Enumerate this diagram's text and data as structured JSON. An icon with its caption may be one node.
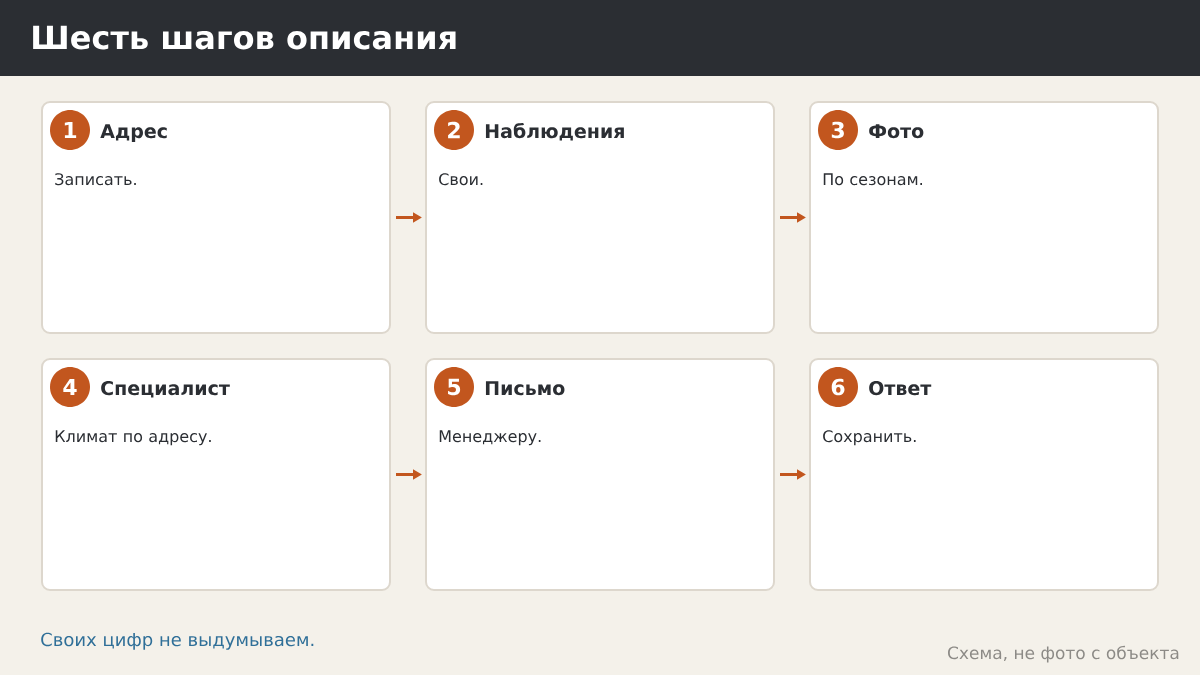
{
  "diagram": {
    "title": "Шесть шагов описания",
    "nodes": [
      {
        "text": [
          "Адрес",
          "Записать."
        ]
      },
      {
        "text": [
          "1"
        ],
        "in": 0
      },
      {
        "text": [
          "Наблюдения",
          "Свои."
        ]
      },
      {
        "text": [
          "2"
        ],
        "in": 2
      },
      {
        "text": [
          "Фото",
          "По сезонам."
        ]
      },
      {
        "text": [
          "3"
        ],
        "in": 4
      },
      {
        "text": [
          "Специалист",
          "Климат по адресу."
        ]
      },
      {
        "text": [
          "4"
        ],
        "in": 6
      },
      {
        "text": [
          "Письмо",
          "Менеджеру."
        ]
      },
      {
        "text": [
          "5"
        ],
        "in": 8
      },
      {
        "text": [
          "Ответ",
          "Сохранить."
        ]
      },
      {
        "text": [
          "6"
        ],
        "in": 10
      }
    ],
    "edges": [
      {
        "from": 0,
        "to": 2,
        "arrow": "to"
      },
      {
        "from": 2,
        "to": 4,
        "arrow": "to"
      },
      {
        "from": 6,
        "to": 8,
        "arrow": "to"
      },
      {
        "from": 8,
        "to": 10,
        "arrow": "to"
      }
    ],
    "labels": [
      "Своих цифр не выдумываем.",
      "Схема, не фото с объекта"
    ]
  }
}
